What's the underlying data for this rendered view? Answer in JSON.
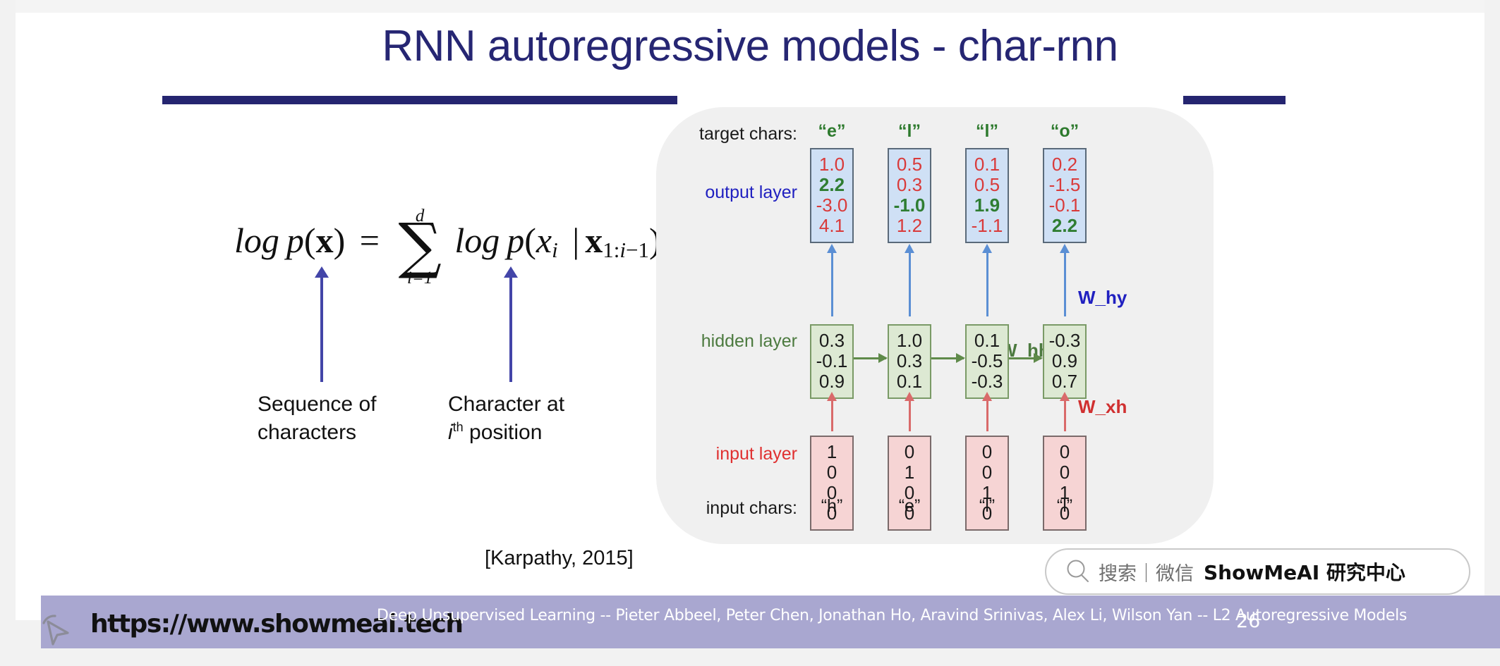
{
  "slide": {
    "title": "RNN autoregressive models - char-rnn",
    "citation": "[Karpathy, 2015]",
    "page_number": "26",
    "footer_credit": "Deep Unsupervised Learning -- Pieter Abbeel, Peter Chen, Jonathan Ho, Aravind Srinivas, Alex Li, Wilson Yan -- L2 Autoregressive Models",
    "accent_color": "#252570"
  },
  "formula": {
    "lhs": "log p(x)",
    "equals": "=",
    "sum_upper": "d",
    "sum_lower": "i=1",
    "sum_glyph": "∑",
    "rhs": "log p(x_i | x_{1:i-1})",
    "annotations": [
      {
        "label_line1": "Sequence of",
        "label_line2": "characters",
        "arrow_color": "#4345a8"
      },
      {
        "label_line1": "Character at",
        "label_line2_prefix": "i",
        "label_line2_sup": "th",
        "label_line2_suffix": " position",
        "arrow_color": "#4345a8"
      }
    ]
  },
  "diagram": {
    "row_labels": {
      "target_chars": "target chars:",
      "output_layer": "output layer",
      "hidden_layer": "hidden layer",
      "input_layer": "input layer",
      "input_chars": "input chars:"
    },
    "weight_labels": {
      "w_hh": "W_hh",
      "w_hy": "W_hy",
      "w_xh": "W_xh"
    },
    "colors": {
      "output_box": "#cfe0f5",
      "hidden_box": "#dde9d3",
      "input_box": "#f6d4d4",
      "value_red": "#d93a3a",
      "value_green": "#2f7d32",
      "panel_bg": "#f0f0f0"
    },
    "target_chars": [
      "“e”",
      "“l”",
      "“l”",
      "“o”"
    ],
    "input_chars": [
      "“h”",
      "“e”",
      "“l”",
      "“l”"
    ],
    "output_layer": [
      [
        {
          "v": "1.0",
          "hl": false
        },
        {
          "v": "2.2",
          "hl": true
        },
        {
          "v": "-3.0",
          "hl": false
        },
        {
          "v": "4.1",
          "hl": false
        }
      ],
      [
        {
          "v": "0.5",
          "hl": false
        },
        {
          "v": "0.3",
          "hl": false
        },
        {
          "v": "-1.0",
          "hl": true
        },
        {
          "v": "1.2",
          "hl": false
        }
      ],
      [
        {
          "v": "0.1",
          "hl": false
        },
        {
          "v": "0.5",
          "hl": false
        },
        {
          "v": "1.9",
          "hl": true
        },
        {
          "v": "-1.1",
          "hl": false
        }
      ],
      [
        {
          "v": "0.2",
          "hl": false
        },
        {
          "v": "-1.5",
          "hl": false
        },
        {
          "v": "-0.1",
          "hl": false
        },
        {
          "v": "2.2",
          "hl": true
        }
      ]
    ],
    "hidden_layer": [
      [
        "0.3",
        "-0.1",
        "0.9"
      ],
      [
        "1.0",
        "0.3",
        "0.1"
      ],
      [
        "0.1",
        "-0.5",
        "-0.3"
      ],
      [
        "-0.3",
        "0.9",
        "0.7"
      ]
    ],
    "input_layer": [
      [
        "1",
        "0",
        "0",
        "0"
      ],
      [
        "0",
        "1",
        "0",
        "0"
      ],
      [
        "0",
        "0",
        "1",
        "0"
      ],
      [
        "0",
        "0",
        "1",
        "0"
      ]
    ]
  },
  "watermark": {
    "icon": "search-icon",
    "cn_text": "搜索｜微信",
    "brand": "ShowMeAI 研究中心"
  },
  "bottom": {
    "cursor_icon": "cursor-icon",
    "url": "https://www.showmeai.tech"
  }
}
